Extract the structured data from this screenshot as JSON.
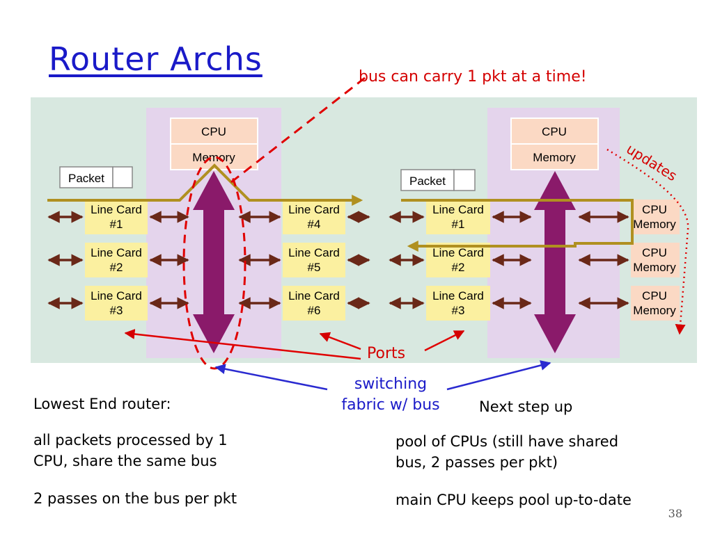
{
  "title": "Router Archs",
  "notes": {
    "bus_note": "bus can carry 1 pkt at a time!",
    "updates": "updates",
    "ports": "Ports",
    "fabric_line1": "switching",
    "fabric_line2": "fabric w/ bus"
  },
  "diagram_left": {
    "cpu": "CPU",
    "memory": "Memory",
    "packet": "Packet",
    "line_cards": [
      {
        "line1": "Line Card",
        "line2": "#1"
      },
      {
        "line1": "Line Card",
        "line2": "#2"
      },
      {
        "line1": "Line Card",
        "line2": "#3"
      },
      {
        "line1": "Line Card",
        "line2": "#4"
      },
      {
        "line1": "Line Card",
        "line2": "#5"
      },
      {
        "line1": "Line Card",
        "line2": "#6"
      }
    ]
  },
  "diagram_right": {
    "cpu": "CPU",
    "memory": "Memory",
    "packet": "Packet",
    "line_cards": [
      {
        "line1": "Line Card",
        "line2": "#1"
      },
      {
        "line1": "Line Card",
        "line2": "#2"
      },
      {
        "line1": "Line Card",
        "line2": "#3"
      }
    ],
    "cpu_pool": [
      {
        "line1": "CPU",
        "line2": "Memory"
      },
      {
        "line1": "CPU",
        "line2": "Memory"
      },
      {
        "line1": "CPU",
        "line2": "Memory"
      }
    ]
  },
  "left_text": {
    "heading": "Lowest End router:",
    "para1_line1": "all packets processed by 1",
    "para1_line2": "CPU, share the same bus",
    "para2": "2 passes on the bus per pkt"
  },
  "right_text": {
    "heading": "Next step up",
    "para1_line1": "pool of CPUs (still have shared",
    "para1_line2": "bus, 2 passes per pkt)",
    "para2": "main CPU keeps pool up-to-date"
  },
  "page_number": "38",
  "colors": {
    "title": "#1a1ac8",
    "annotation_red": "#d40000",
    "diagram_bg": "#d8e8e0",
    "fabric_purple": "#e4d4ec",
    "bus_arrow": "#8a1a6a",
    "line_card": "#fbf0a0",
    "cpu_box": "#fbd9c4",
    "packet_path": "#b09020",
    "port_arrow": "#6a2818"
  }
}
